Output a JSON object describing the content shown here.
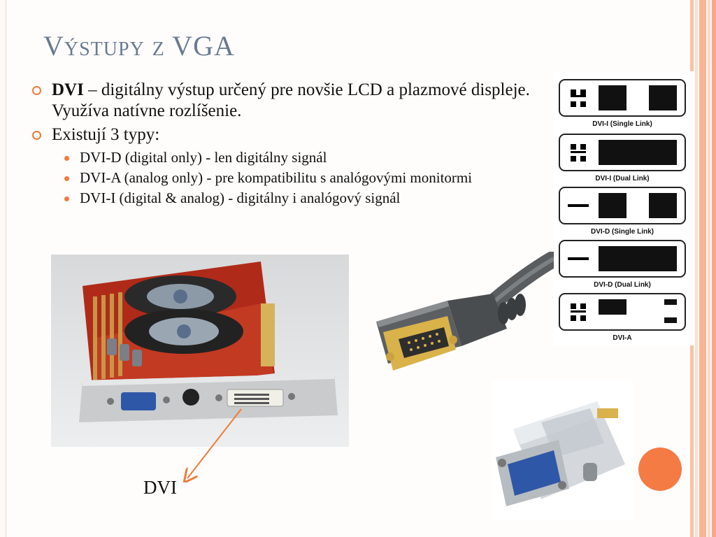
{
  "slide": {
    "title": "Výstupy z VGA",
    "bullets": {
      "dvi_bold": "DVI",
      "dvi_text": " – digitálny výstup určený pre novšie LCD a plazmové displeje. Využíva natívne rozlíšenie.",
      "types_intro": "Existují 3 typy:",
      "types": [
        "DVI-D (digital only) - len digitálny signál",
        "DVI-A (analog only) - pre kompatibilitu s analógovými monitormi",
        "DVI-I (digital & analog) - digitálny i analógový signál"
      ]
    },
    "figures": {
      "connector_labels": [
        "DVI-I (Single Link)",
        "DVI-I (Dual Link)",
        "DVI-D (Single Link)",
        "DVI-D (Dual Link)",
        "DVI-A"
      ],
      "callout_label": "DVI"
    },
    "colors": {
      "accent": "#f07b3a",
      "title": "#6a7a90",
      "circle": "#f57b45"
    }
  }
}
